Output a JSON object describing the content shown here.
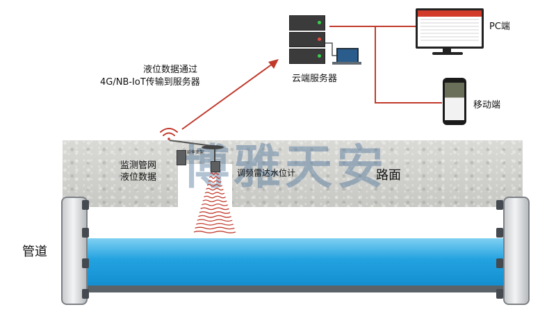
{
  "labels": {
    "transmission_line1": "液位数据通过",
    "transmission_line2": "4G/NB-IoT传输到服务器",
    "cloud_server": "云端服务器",
    "pc": "PC端",
    "mobile": "移动端",
    "monitoring_line1": "监测管网",
    "monitoring_line2": "液位数据",
    "radar_gauge": "调频雷达水位计",
    "bracket": "延伸支架",
    "road": "路面",
    "pipe": "管道"
  },
  "watermark": "博雅天安",
  "colors": {
    "link_red": "#c0392b",
    "water_blue": "#1b9ad8",
    "radar_red": "#c0392b",
    "road_gray": "#d2d2cf"
  },
  "icons": [
    "wifi-signal-icon",
    "server-rack-icon",
    "laptop-icon",
    "monitor-icon",
    "smartphone-icon",
    "radar-sensor-icon"
  ]
}
